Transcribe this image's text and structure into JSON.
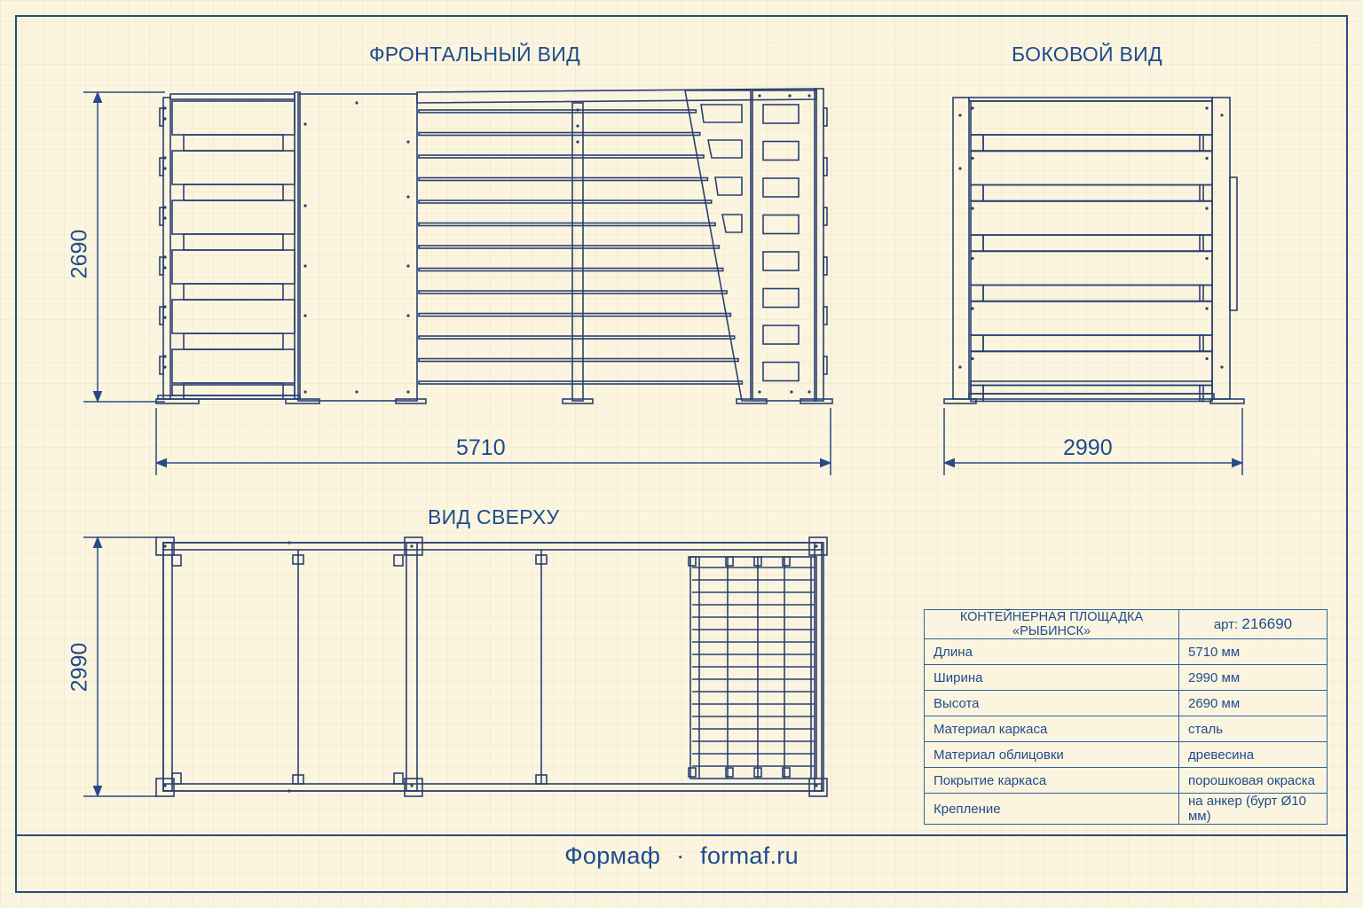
{
  "views": {
    "front_title": "ФРОНТАЛЬНЫЙ ВИД",
    "side_title": "БОКОВОЙ ВИД",
    "top_title": "ВИД СВЕРХУ"
  },
  "dimensions": {
    "front_width": "5710",
    "front_height": "2690",
    "side_width": "2990",
    "top_depth": "2990"
  },
  "spec_table": {
    "title": "КОНТЕЙНЕРНАЯ ПЛОЩАДКА «РЫБИНСК»",
    "article_label": "арт:",
    "article": "216690",
    "rows": [
      {
        "label": "Длина",
        "value": "5710 мм"
      },
      {
        "label": "Ширина",
        "value": "2990 мм"
      },
      {
        "label": "Высота",
        "value": "2690 мм"
      },
      {
        "label": "Материал каркаса",
        "value": "сталь"
      },
      {
        "label": "Материал облицовки",
        "value": "древесина"
      },
      {
        "label": "Покрытие каркаса",
        "value": "порошковая окраска"
      },
      {
        "label": "Крепление",
        "value": "на анкер (бурт Ø10 мм)"
      }
    ]
  },
  "footer": {
    "brand": "Формаф",
    "separator": "·",
    "site": "formaf.ru"
  },
  "colors": {
    "paper": "#fbf5df",
    "grid": "#ece4c8",
    "ink": "#1f4b8f",
    "line": "#2a3f73"
  }
}
